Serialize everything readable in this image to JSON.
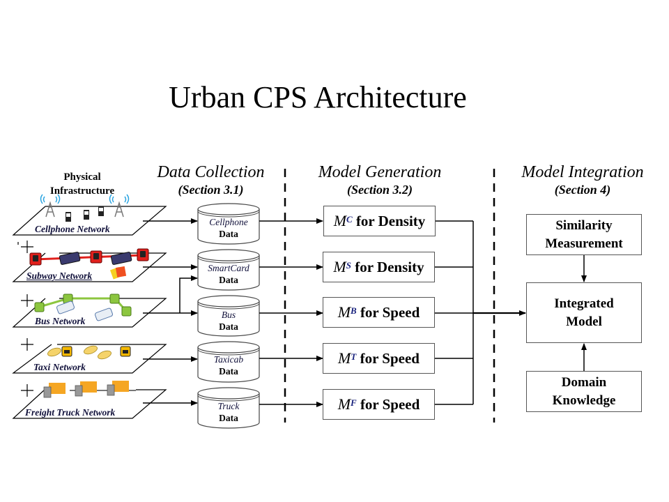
{
  "title": "Urban CPS Architecture",
  "physical_infrastructure": {
    "heading_line1": "Physical",
    "heading_line2": "Infrastructure",
    "networks": [
      {
        "label": "Cellphone Network",
        "icons": [
          "cell-tower-icon",
          "cellphone-icon",
          "cellphone-icon",
          "cellphone-icon",
          "cell-tower-icon"
        ]
      },
      {
        "label": "Subway Network",
        "icons": [
          "subway-station-icon",
          "subway-train-icon",
          "subway-station-icon",
          "subway-train-icon",
          "subway-station-icon",
          "smartcard-icon"
        ]
      },
      {
        "label": "Bus Network",
        "icons": [
          "bus-stop-icon",
          "bus-stop-icon",
          "bus-icon",
          "bus-icon",
          "bus-stop-icon",
          "bus-stop-icon"
        ]
      },
      {
        "label": "Taxi Network",
        "icons": [
          "taxi-car-icon",
          "taxi-sign-icon",
          "taxi-car-icon",
          "taxi-car-icon",
          "taxi-sign-icon"
        ]
      },
      {
        "label": "Freight Truck Network",
        "icons": [
          "truck-icon",
          "truck-icon",
          "truck-icon"
        ]
      }
    ]
  },
  "sections": [
    {
      "title": "Data Collection",
      "subtitle": "(Section 3.1)"
    },
    {
      "title": "Model Generation",
      "subtitle": "(Section 3.2)"
    },
    {
      "title": "Model Integration",
      "subtitle": "(Section 4)"
    }
  ],
  "databases": [
    {
      "name": "Cellphone",
      "suffix": "Data"
    },
    {
      "name": "SmartCard",
      "suffix": "Data"
    },
    {
      "name": "Bus",
      "suffix": "Data"
    },
    {
      "name": "Taxicab",
      "suffix": "Data"
    },
    {
      "name": "Truck",
      "suffix": "Data"
    }
  ],
  "models": [
    {
      "symbol": "M",
      "superscript": "C",
      "label": "for Density"
    },
    {
      "symbol": "M",
      "superscript": "S",
      "label": "for Density"
    },
    {
      "symbol": "M",
      "superscript": "B",
      "label": "for Speed"
    },
    {
      "symbol": "M",
      "superscript": "T",
      "label": "for Speed"
    },
    {
      "symbol": "M",
      "superscript": "F",
      "label": "for Speed"
    }
  ],
  "integration": {
    "similarity": {
      "line1": "Similarity",
      "line2": "Measurement"
    },
    "integrated": {
      "line1": "Integrated",
      "line2": "Model"
    },
    "domain": {
      "line1": "Domain",
      "line2": "Knowledge"
    }
  },
  "colors": {
    "subway_line": "#e0201c",
    "bus_line": "#8cc63f",
    "taxi_yellow": "#f5c518",
    "truck_orange": "#f5a623",
    "label_navy": "#10103a"
  }
}
